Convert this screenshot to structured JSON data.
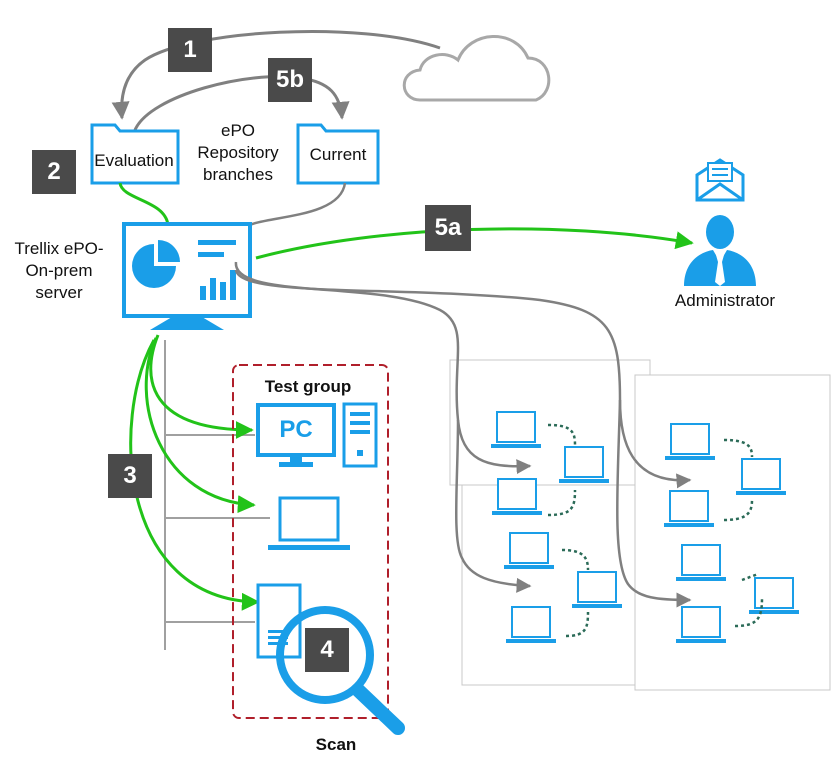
{
  "colors": {
    "device_blue": "#1a9ee8",
    "flow_green": "#22c319",
    "connector_gray": "#808080",
    "badge_bg": "#4a4a4a",
    "test_group_border": "#b01f2b",
    "dotted_link": "#2b6b58"
  },
  "icons": [
    "cloud-icon",
    "folder-icon",
    "monitor-icon",
    "pie-chart-icon",
    "bar-chart-icon",
    "email-icon",
    "user-icon",
    "pc-icon",
    "tower-icon",
    "laptop-icon",
    "server-icon",
    "magnifier-icon"
  ],
  "badges": {
    "step_1": "1",
    "step_2": "2",
    "step_3": "3",
    "step_4": "4",
    "step_5a": "5a",
    "step_5b": "5b"
  },
  "labels": {
    "evaluation": "Evaluation",
    "current": "Current",
    "repository_line1": "ePO",
    "repository_line2": "Repository",
    "repository_line3": "branches",
    "server_line1": "Trellix ePO-",
    "server_line2": "On-prem",
    "server_line3": "server",
    "administrator": "Administrator",
    "test_group": "Test group",
    "pc": "PC",
    "scan": "Scan"
  }
}
